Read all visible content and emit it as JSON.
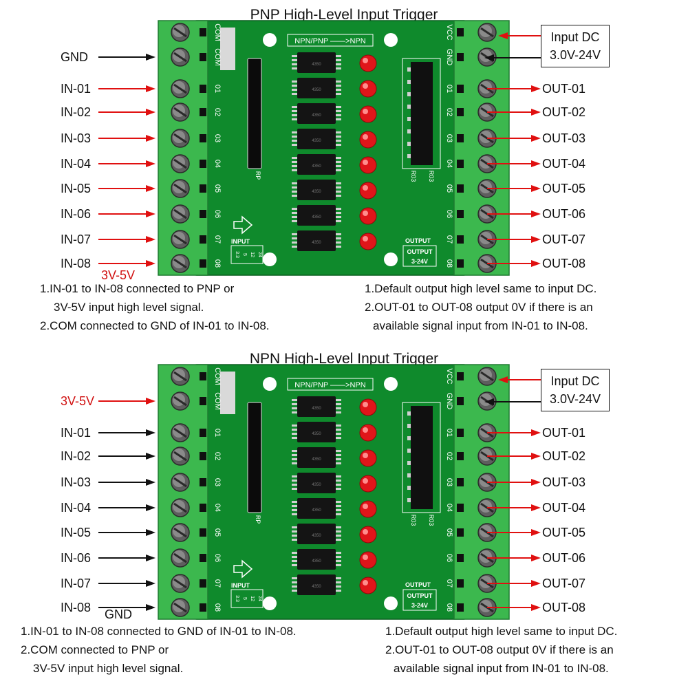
{
  "panels": [
    {
      "title": "PNP High-Level Input Trigger",
      "left_labels": [
        "GND",
        "IN-01",
        "IN-02",
        "IN-03",
        "IN-04",
        "IN-05",
        "IN-06",
        "IN-07",
        "IN-08"
      ],
      "left_label_colors": [
        "#111111",
        "#111111",
        "#111111",
        "#111111",
        "#111111",
        "#111111",
        "#111111",
        "#111111",
        "#111111"
      ],
      "left_arrow_colors": [
        "#111111",
        "#e01010",
        "#e01010",
        "#e01010",
        "#e01010",
        "#e01010",
        "#e01010",
        "#e01010",
        "#e01010"
      ],
      "extra_label": "3V-5V",
      "extra_label_color": "#d01010",
      "input_dc": [
        "Input DC",
        "3.0V-24V"
      ],
      "right_labels": [
        "OUT-01",
        "OUT-02",
        "OUT-03",
        "OUT-04",
        "OUT-05",
        "OUT-06",
        "OUT-07",
        "OUT-08"
      ],
      "notes_left": [
        "1.IN-01 to IN-08 connected to PNP or",
        "3V-5V input high level signal.",
        "2.COM connected to GND of IN-01 to IN-08."
      ],
      "notes_right": [
        "1.Default output high level same to input DC.",
        "2.OUT-01 to OUT-08 output 0V if there is an",
        "available signal input from IN-01 to IN-08."
      ]
    },
    {
      "title": "NPN High-Level Input Trigger",
      "left_labels": [
        "3V-5V",
        "IN-01",
        "IN-02",
        "IN-03",
        "IN-04",
        "IN-05",
        "IN-06",
        "IN-07",
        "IN-08"
      ],
      "left_label_colors": [
        "#d01010",
        "#111111",
        "#111111",
        "#111111",
        "#111111",
        "#111111",
        "#111111",
        "#111111",
        "#111111"
      ],
      "left_arrow_colors": [
        "#e01010",
        "#111111",
        "#111111",
        "#111111",
        "#111111",
        "#111111",
        "#111111",
        "#111111",
        "#111111"
      ],
      "extra_label": "GND",
      "extra_label_color": "#111111",
      "input_dc": [
        "Input DC",
        "3.0V-24V"
      ],
      "right_labels": [
        "OUT-01",
        "OUT-02",
        "OUT-03",
        "OUT-04",
        "OUT-05",
        "OUT-06",
        "OUT-07",
        "OUT-08"
      ],
      "notes_left": [
        "1.IN-01 to IN-08 connected to GND of IN-01 to IN-08.",
        "2.COM connected to PNP or",
        "3V-5V input high level signal."
      ],
      "notes_right": [
        "1.Default output high level same to input DC.",
        "2.OUT-01 to OUT-08 output 0V if there is an",
        "available signal input from IN-01 to IN-08."
      ]
    }
  ],
  "board": {
    "header_text": "NPN/PNP ——>NPN",
    "left_pin_labels": [
      "COM",
      "COM",
      "01",
      "02",
      "03",
      "04",
      "05",
      "06",
      "07",
      "08"
    ],
    "right_pin_labels": [
      "VCC",
      "GND",
      "01",
      "02",
      "03",
      "04",
      "05",
      "06",
      "07",
      "08"
    ],
    "rp_label": "RP",
    "r03_labels": [
      "R03",
      "R03"
    ],
    "input_box_title": "INPUT",
    "input_box_cells": [
      "3.3",
      "5",
      "12",
      "24"
    ],
    "output_label": "OUTPUT",
    "output_box_title": "OUTPUT",
    "output_box_range": "3-24V",
    "ic_marking": "4350",
    "colors": {
      "pcb": "#0f8a2c",
      "terminal": "#3cb84e",
      "led": "#e0151a",
      "arrow_red": "#e01010",
      "arrow_black": "#111111"
    }
  }
}
